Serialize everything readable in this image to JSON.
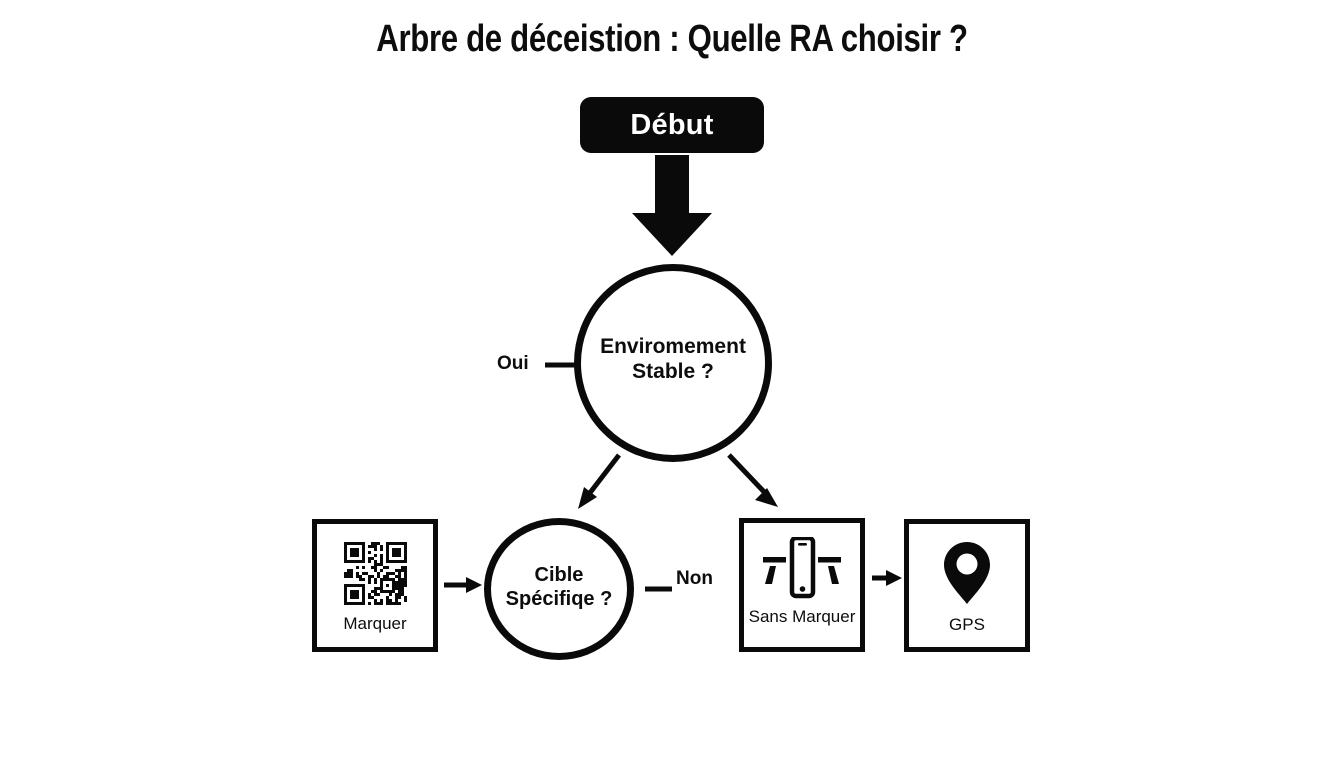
{
  "page": {
    "title": "Arbre de déceistion : Quelle RA choisir ?",
    "background_color": "#ffffff",
    "ink_color": "#0a0a0a"
  },
  "diagram": {
    "type": "decision-tree",
    "start": {
      "label": "Début",
      "shape": "rounded-rect",
      "fill": "#0a0a0a",
      "text_color": "#ffffff"
    },
    "decisions": [
      {
        "id": "environment",
        "line1": "Enviromement",
        "line2": "Stable ?",
        "shape": "circle"
      },
      {
        "id": "target",
        "line1": "Cible",
        "line2": "Spécifiqe ?",
        "shape": "circle"
      }
    ],
    "branch_labels": [
      {
        "id": "oui",
        "text": "Oui"
      },
      {
        "id": "non",
        "text": "Non"
      }
    ],
    "outcomes": [
      {
        "id": "marker",
        "label": "Marquer",
        "icon": "qr-code-icon"
      },
      {
        "id": "markerless",
        "label": "Sans Marquer",
        "icon": "phone-markerless-icon"
      },
      {
        "id": "gps",
        "label": "GPS",
        "icon": "map-pin-icon"
      }
    ],
    "edges": [
      {
        "from": "start",
        "to": "environment",
        "style": "thick-down-arrow"
      },
      {
        "from": "environment",
        "to": "target",
        "style": "diagonal-arrow"
      },
      {
        "from": "environment",
        "to": "markerless",
        "style": "diagonal-arrow"
      },
      {
        "from": "marker",
        "to": "target",
        "style": "horizontal-arrow"
      },
      {
        "from": "markerless",
        "to": "gps",
        "style": "horizontal-arrow"
      },
      {
        "from": "oui",
        "to": "environment",
        "style": "dash"
      },
      {
        "from": "target",
        "to": "non",
        "style": "dash"
      }
    ]
  }
}
